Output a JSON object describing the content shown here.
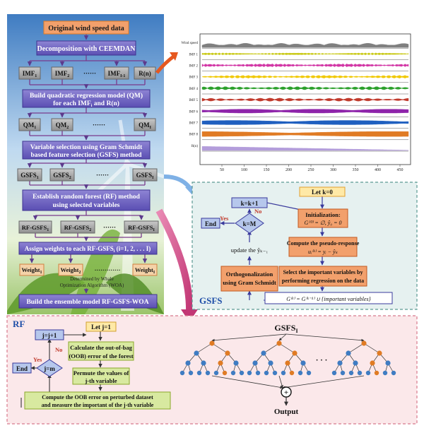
{
  "left_flow": {
    "original": "Original wind speed data",
    "decomposition": "Decomposition with CEEMDAN",
    "imf": [
      "IMF",
      "IMF",
      "······",
      "IMF",
      "R(n)"
    ],
    "imf_subs": [
      "1",
      "2",
      "",
      "I-1",
      ""
    ],
    "build_qm_1": "Build quadratic regression model (QM)",
    "build_qm_2": "for each IMF",
    "build_qm_2_sub": "i",
    "build_qm_2_end": " and R(n)",
    "qm": [
      "QM",
      "QM",
      "······",
      "QM"
    ],
    "qm_subs": [
      "1",
      "2",
      "",
      "I"
    ],
    "varsel_1": "Variable selection using Gram Schmidt",
    "varsel_2": "based feature selection (GSFS) method",
    "gsfs": [
      "GSFS",
      "GSFS",
      "······",
      "GSFS"
    ],
    "gsfs_subs": [
      "1",
      "2",
      "",
      "I"
    ],
    "rf_1": "Establish random forest (RF) method",
    "rf_2": "using selected variables",
    "rfg": [
      "RF-GSFS",
      "RF-GSFS",
      "······",
      "RF-GSFS"
    ],
    "rfg_subs": [
      "1",
      "2",
      "",
      "I"
    ],
    "assign": "Assign weights to each RF-GSFS",
    "assign_sub": "i",
    "assign_end": " (i=1, 2, . . . I)",
    "weights": [
      "Weight",
      "Weight",
      "·············",
      "Weight"
    ],
    "weight_subs": [
      "1",
      "2",
      "",
      "I"
    ],
    "woa_1": "Determined by Whale",
    "woa_2": "Optimization Algorithm (WOA)",
    "ensemble": "Build the ensemble model RF-GSFS-WOA"
  },
  "decomp_plot": {
    "row_labels": [
      "Wind speed",
      "IMF 1",
      "IMF 2",
      "IMF 3",
      "IMF 4",
      "IMF 5",
      "IMF 6",
      "IMF 7",
      "IMF 8",
      "R(n)"
    ],
    "x_ticks": [
      "50",
      "100",
      "150",
      "200",
      "250",
      "300",
      "350",
      "400",
      "450"
    ],
    "colors": [
      "#7f7f7f",
      "#c9c915",
      "#d236a5",
      "#f0c800",
      "#2ca02c",
      "#c0392b",
      "#8e24aa",
      "#1f5fbf",
      "#e07b24",
      "#b39ddb"
    ]
  },
  "gsfs_panel": {
    "title": "GSFS",
    "let_k": "Let k=0",
    "k_plus": "k=k+1",
    "k_eq_m": "k=M",
    "end": "End",
    "yes": "Yes",
    "no": "No",
    "init_title": "Initialization:",
    "init_formula": "G⁽⁰⁾ = ∅, ŷ₀ = 0",
    "pseudo_title": "Compute the pseudo-response",
    "pseudo_formula": "uᵢ⁽ᵏ⁾ = yᵢ − ŷₖ",
    "select_1": "Select the important variables by",
    "select_2": "performing regression on the data",
    "g_update": "G⁽ᵏ⁾ = G⁽ᵏ⁻¹⁾ ∪ {important variables}",
    "ortho_1": "Orthogonalization",
    "ortho_2": "using Gram Schmidt",
    "update_y": "update the ŷₖ₋₁"
  },
  "rf_panel": {
    "title": "RF",
    "let_j": "Let j=1",
    "j_plus": "j=j+1",
    "j_eq_m": "j=m",
    "end": "End",
    "yes": "Yes",
    "no": "No",
    "oob_1": "Calculate the out-of-bag",
    "oob_2": "(OOB) error of the forest",
    "permute_1": "Permute the values of",
    "permute_2": "j-th variable",
    "compute_1": "Compute the OOB error on perturbed  dataset",
    "compute_2": "and measure the important of the j-th variable",
    "gsfs_label": "GSFS",
    "gsfs_sub": "I",
    "dots": "· · ·",
    "output": "Output",
    "plus": "+"
  }
}
